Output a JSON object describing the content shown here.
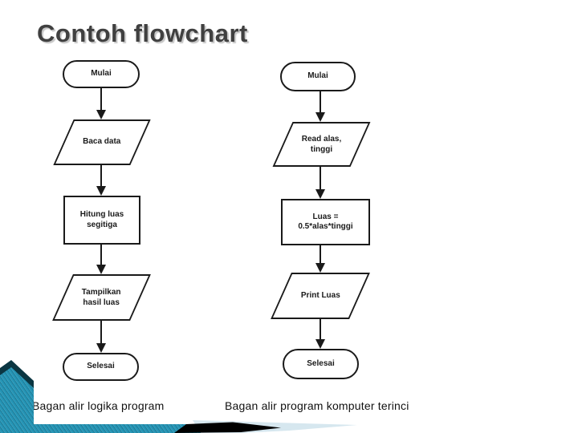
{
  "slide": {
    "title": "Contoh flowchart"
  },
  "flowcharts": [
    {
      "id": "logika",
      "caption": "Bagan alir logika program",
      "nodes": [
        {
          "type": "terminator",
          "label": "Mulai"
        },
        {
          "type": "input-output",
          "label": "Baca data"
        },
        {
          "type": "process",
          "label": "Hitung luas\nsegitiga"
        },
        {
          "type": "input-output",
          "label": "Tampilkan\nhasil luas"
        },
        {
          "type": "terminator",
          "label": "Selesai"
        }
      ]
    },
    {
      "id": "terinci",
      "caption": "Bagan alir program komputer terinci",
      "nodes": [
        {
          "type": "terminator",
          "label": "Mulai"
        },
        {
          "type": "input-output",
          "label": "Read alas,\ntinggi"
        },
        {
          "type": "process",
          "label": "Luas =\n0.5*alas*tinggi"
        },
        {
          "type": "input-output",
          "label": "Print Luas"
        },
        {
          "type": "terminator",
          "label": "Selesai"
        }
      ]
    }
  ],
  "decor": {
    "teal": "#2494b5",
    "teal_dark": "#0b3642",
    "light_blue": "#d6e7ef",
    "swoosh_black": "#000000",
    "title_color": "#404040",
    "title_shadow": "#c6c6c6"
  }
}
